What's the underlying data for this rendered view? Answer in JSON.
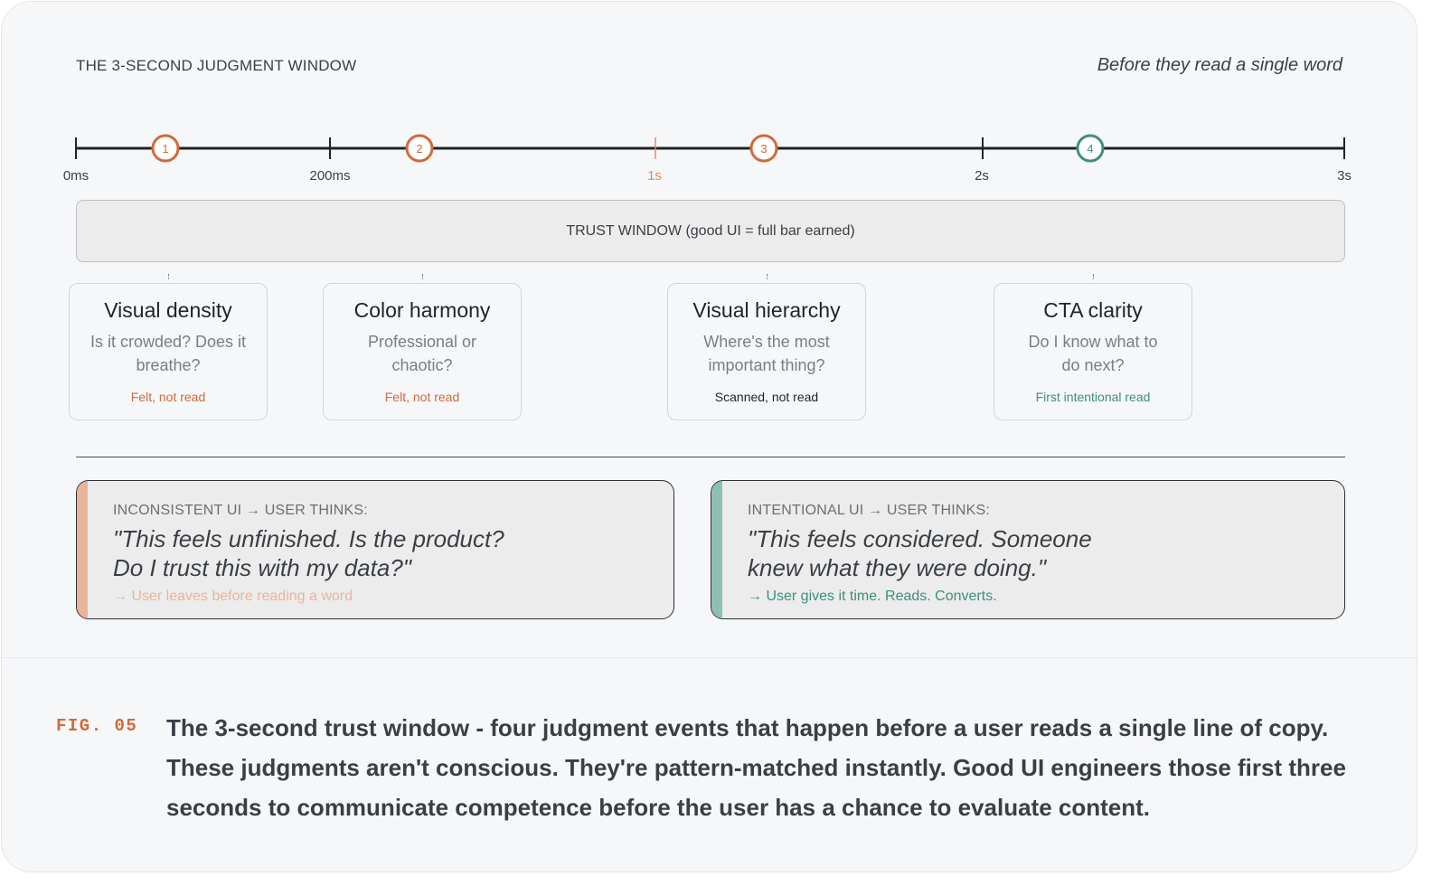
{
  "header": {
    "title": "THE 3-SECOND JUDGMENT WINDOW",
    "subtitle": "Before they read a single word"
  },
  "timeline": {
    "ticks": [
      {
        "label": "0ms"
      },
      {
        "label": "200ms"
      },
      {
        "label": "1s"
      },
      {
        "label": "2s"
      },
      {
        "label": "3s"
      }
    ],
    "markers": [
      {
        "label": "1"
      },
      {
        "label": "2"
      },
      {
        "label": "3"
      },
      {
        "label": "4"
      }
    ]
  },
  "trust_bar": {
    "label": "TRUST WINDOW (good UI = full bar earned)"
  },
  "events": [
    {
      "title": "Visual density",
      "question": "Is it crowded? Does it breathe?",
      "tag": "Felt, not read"
    },
    {
      "title": "Color harmony",
      "question": "Professional or chaotic?",
      "tag": "Felt, not read"
    },
    {
      "title": "Visual hierarchy",
      "question": "Where's the most important thing?",
      "tag": "Scanned, not read"
    },
    {
      "title": "CTA clarity",
      "question": "Do I know what to do next?",
      "tag": "First intentional read"
    }
  ],
  "comparison": {
    "inconsistent": {
      "label": "INCONSISTENT UI → USER THINKS:",
      "quote_line1": "\"This feels unfinished. Is the product?",
      "quote_line2": "Do I trust this with my data?\"",
      "outcome": "→ User leaves before reading a word"
    },
    "intentional": {
      "label": "INTENTIONAL UI → USER THINKS:",
      "quote_line1": "\"This feels considered. Someone",
      "quote_line2": "knew what they were doing.\"",
      "outcome": "→ User gives it time. Reads. Converts."
    }
  },
  "figure": {
    "label": "FIG. 05",
    "caption": "The 3-second trust window - four judgment events that happen before a user reads a single line of copy. These judgments aren't conscious. They're pattern-matched instantly. Good UI engineers those first three seconds to communicate competence before the user has a chance to evaluate content."
  },
  "colors": {
    "orange": "#d2693a",
    "green": "#3e8e7e",
    "orange_soft": "#e8b59b",
    "green_soft": "#8fbfb3",
    "line": "#1f2328"
  }
}
